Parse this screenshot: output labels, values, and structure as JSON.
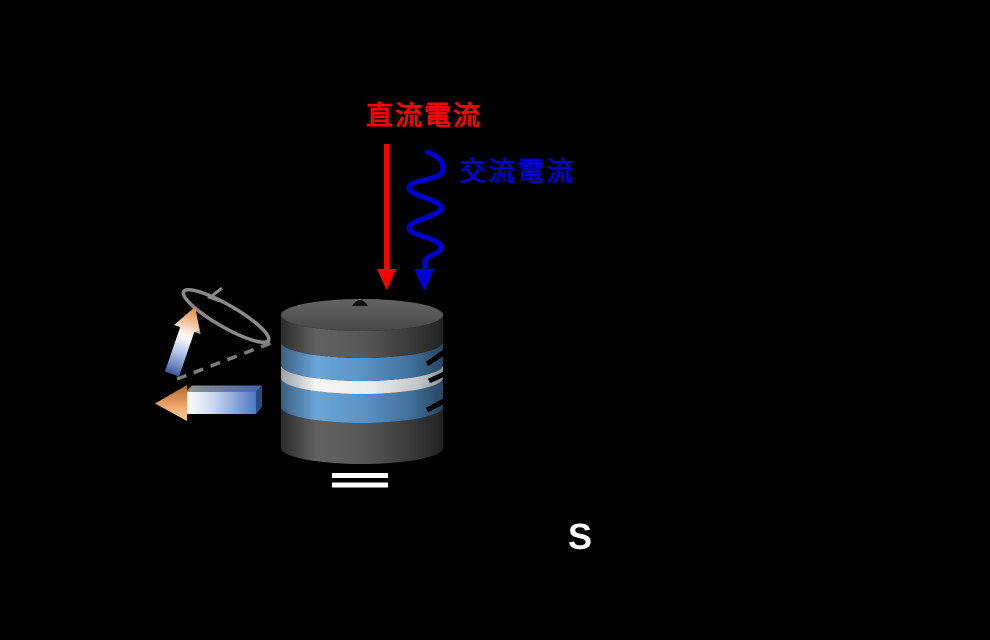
{
  "diagram": {
    "type": "spin-torque-oscillator-schematic",
    "background": "#000000"
  },
  "labels": {
    "dc_current": "直流電流",
    "ac_current": "交流電流",
    "magnet_s": "S"
  },
  "colors": {
    "background": "#000000",
    "dc_red": "#ff0000",
    "ac_blue": "#0000d2",
    "text_white": "#ffffff",
    "precession_gray": "#8a8a8a",
    "dash_gray": "#7d7d7d",
    "leader_black": "#000000",
    "layer_dark_gray": "#555555",
    "layer_blue": "#5b93c4",
    "layer_white": "#ececec",
    "arrow_orange": "#e8914f",
    "arrow_tail_blue": "#4a66b3",
    "ground_white": "#ffffff"
  },
  "device": {
    "shape": "layered-cylinder",
    "layers_top_to_bottom": [
      {
        "color": "#555555"
      },
      {
        "color": "#5b93c4"
      },
      {
        "color": "#ececec"
      },
      {
        "color": "#5b93c4"
      },
      {
        "color": "#555555"
      }
    ]
  }
}
